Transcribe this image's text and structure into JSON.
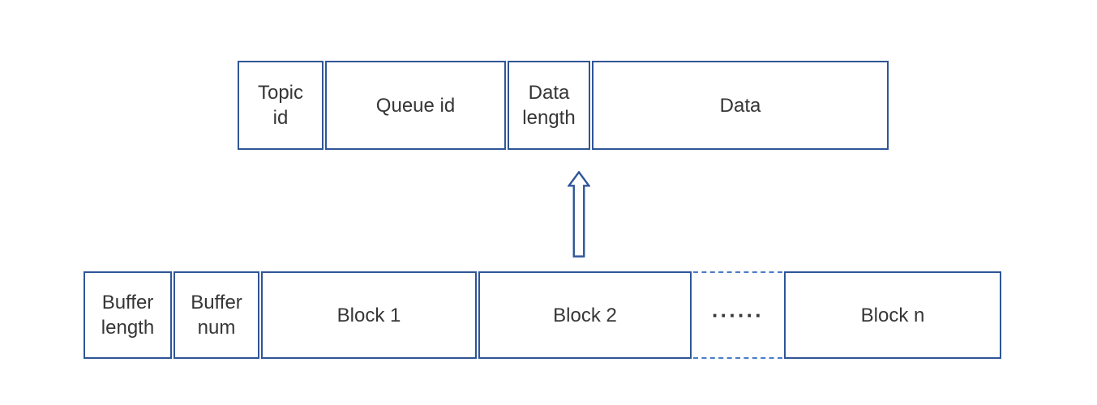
{
  "colors": {
    "box_border": "#2f5597",
    "dashed_border": "#4a7cc7",
    "text": "#363636",
    "background": "#ffffff"
  },
  "diagram": {
    "message_row": {
      "cells": [
        {
          "label": "Topic\nid"
        },
        {
          "label": "Queue id"
        },
        {
          "label": "Data\nlength"
        },
        {
          "label": "Data"
        }
      ]
    },
    "arrow": {
      "icon": "up-arrow"
    },
    "buffer_row": {
      "cells": [
        {
          "label": "Buffer\nlength"
        },
        {
          "label": "Buffer\nnum"
        },
        {
          "label": "Block 1"
        },
        {
          "label": "Block 2"
        },
        {
          "label": "······"
        },
        {
          "label": "Block n"
        }
      ]
    }
  }
}
